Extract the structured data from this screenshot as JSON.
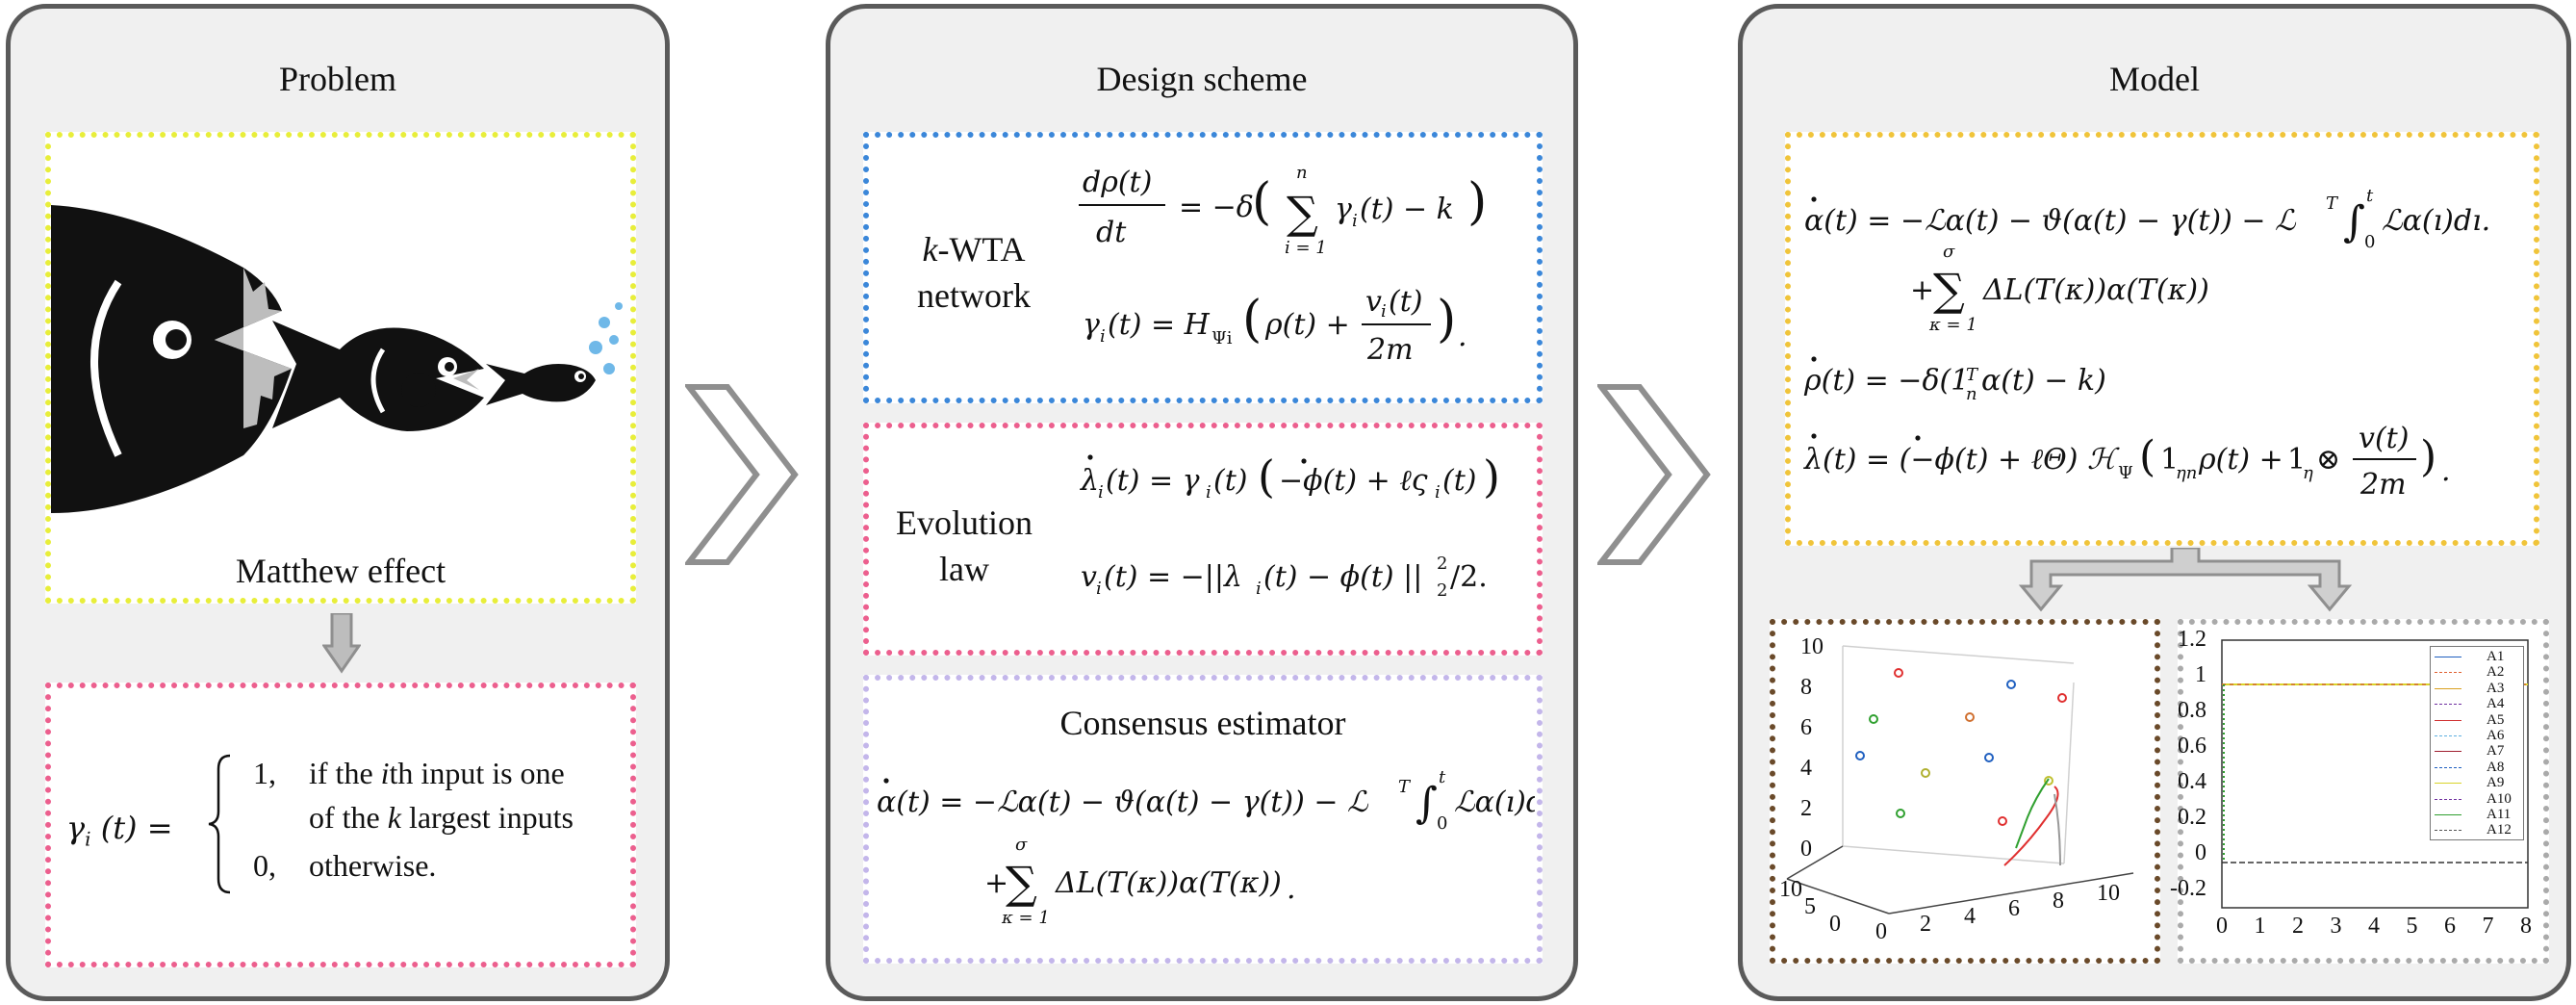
{
  "panels": {
    "problem": {
      "title": "Problem",
      "caption": "Matthew effect",
      "definition": {
        "lhs": "γi(t) =",
        "case1_value": "1,",
        "case1_text_line1": "if the ith input is one",
        "case1_text_line2": "of the k largest inputs",
        "case0_value": "0,",
        "case0_text": "otherwise."
      }
    },
    "design": {
      "title": "Design scheme",
      "kwta_label_line1": "k-WTA",
      "kwta_label_line2": "network",
      "evolution_label_line1": "Evolution",
      "evolution_label_line2": "law",
      "consensus_title": "Consensus estimator"
    },
    "model": {
      "title": "Model"
    }
  },
  "plot3d": {
    "ticks_z": [
      "10",
      "8",
      "6",
      "4",
      "2",
      "0"
    ],
    "ticks_y": [
      "10",
      "5",
      "0"
    ],
    "ticks_x": [
      "0",
      "2",
      "4",
      "6",
      "8",
      "10"
    ]
  },
  "plot2d": {
    "ticks_y": [
      "1.2",
      "1",
      "0.8",
      "0.6",
      "0.4",
      "0.2",
      "0",
      "-0.2"
    ],
    "ticks_x": [
      "0",
      "1",
      "2",
      "3",
      "4",
      "5",
      "6",
      "7",
      "8"
    ],
    "legend": [
      "A1",
      "A2",
      "A3",
      "A4",
      "A5",
      "A6",
      "A7",
      "A8",
      "A9",
      "A10",
      "A11",
      "A12"
    ]
  },
  "colors": {
    "panel_border": "#5a5a5a",
    "panel_bg": "#f0f0f0",
    "yellow_box": "#e8ee3a",
    "pink_box": "#ec5f8e",
    "blue_box": "#3b87d9",
    "lavender_box": "#c3b6ea",
    "orange_box": "#f0c43a",
    "brown_box": "#6a4a2a",
    "gray_box": "#aaaaaa",
    "arrow": "#8f8f8f"
  }
}
